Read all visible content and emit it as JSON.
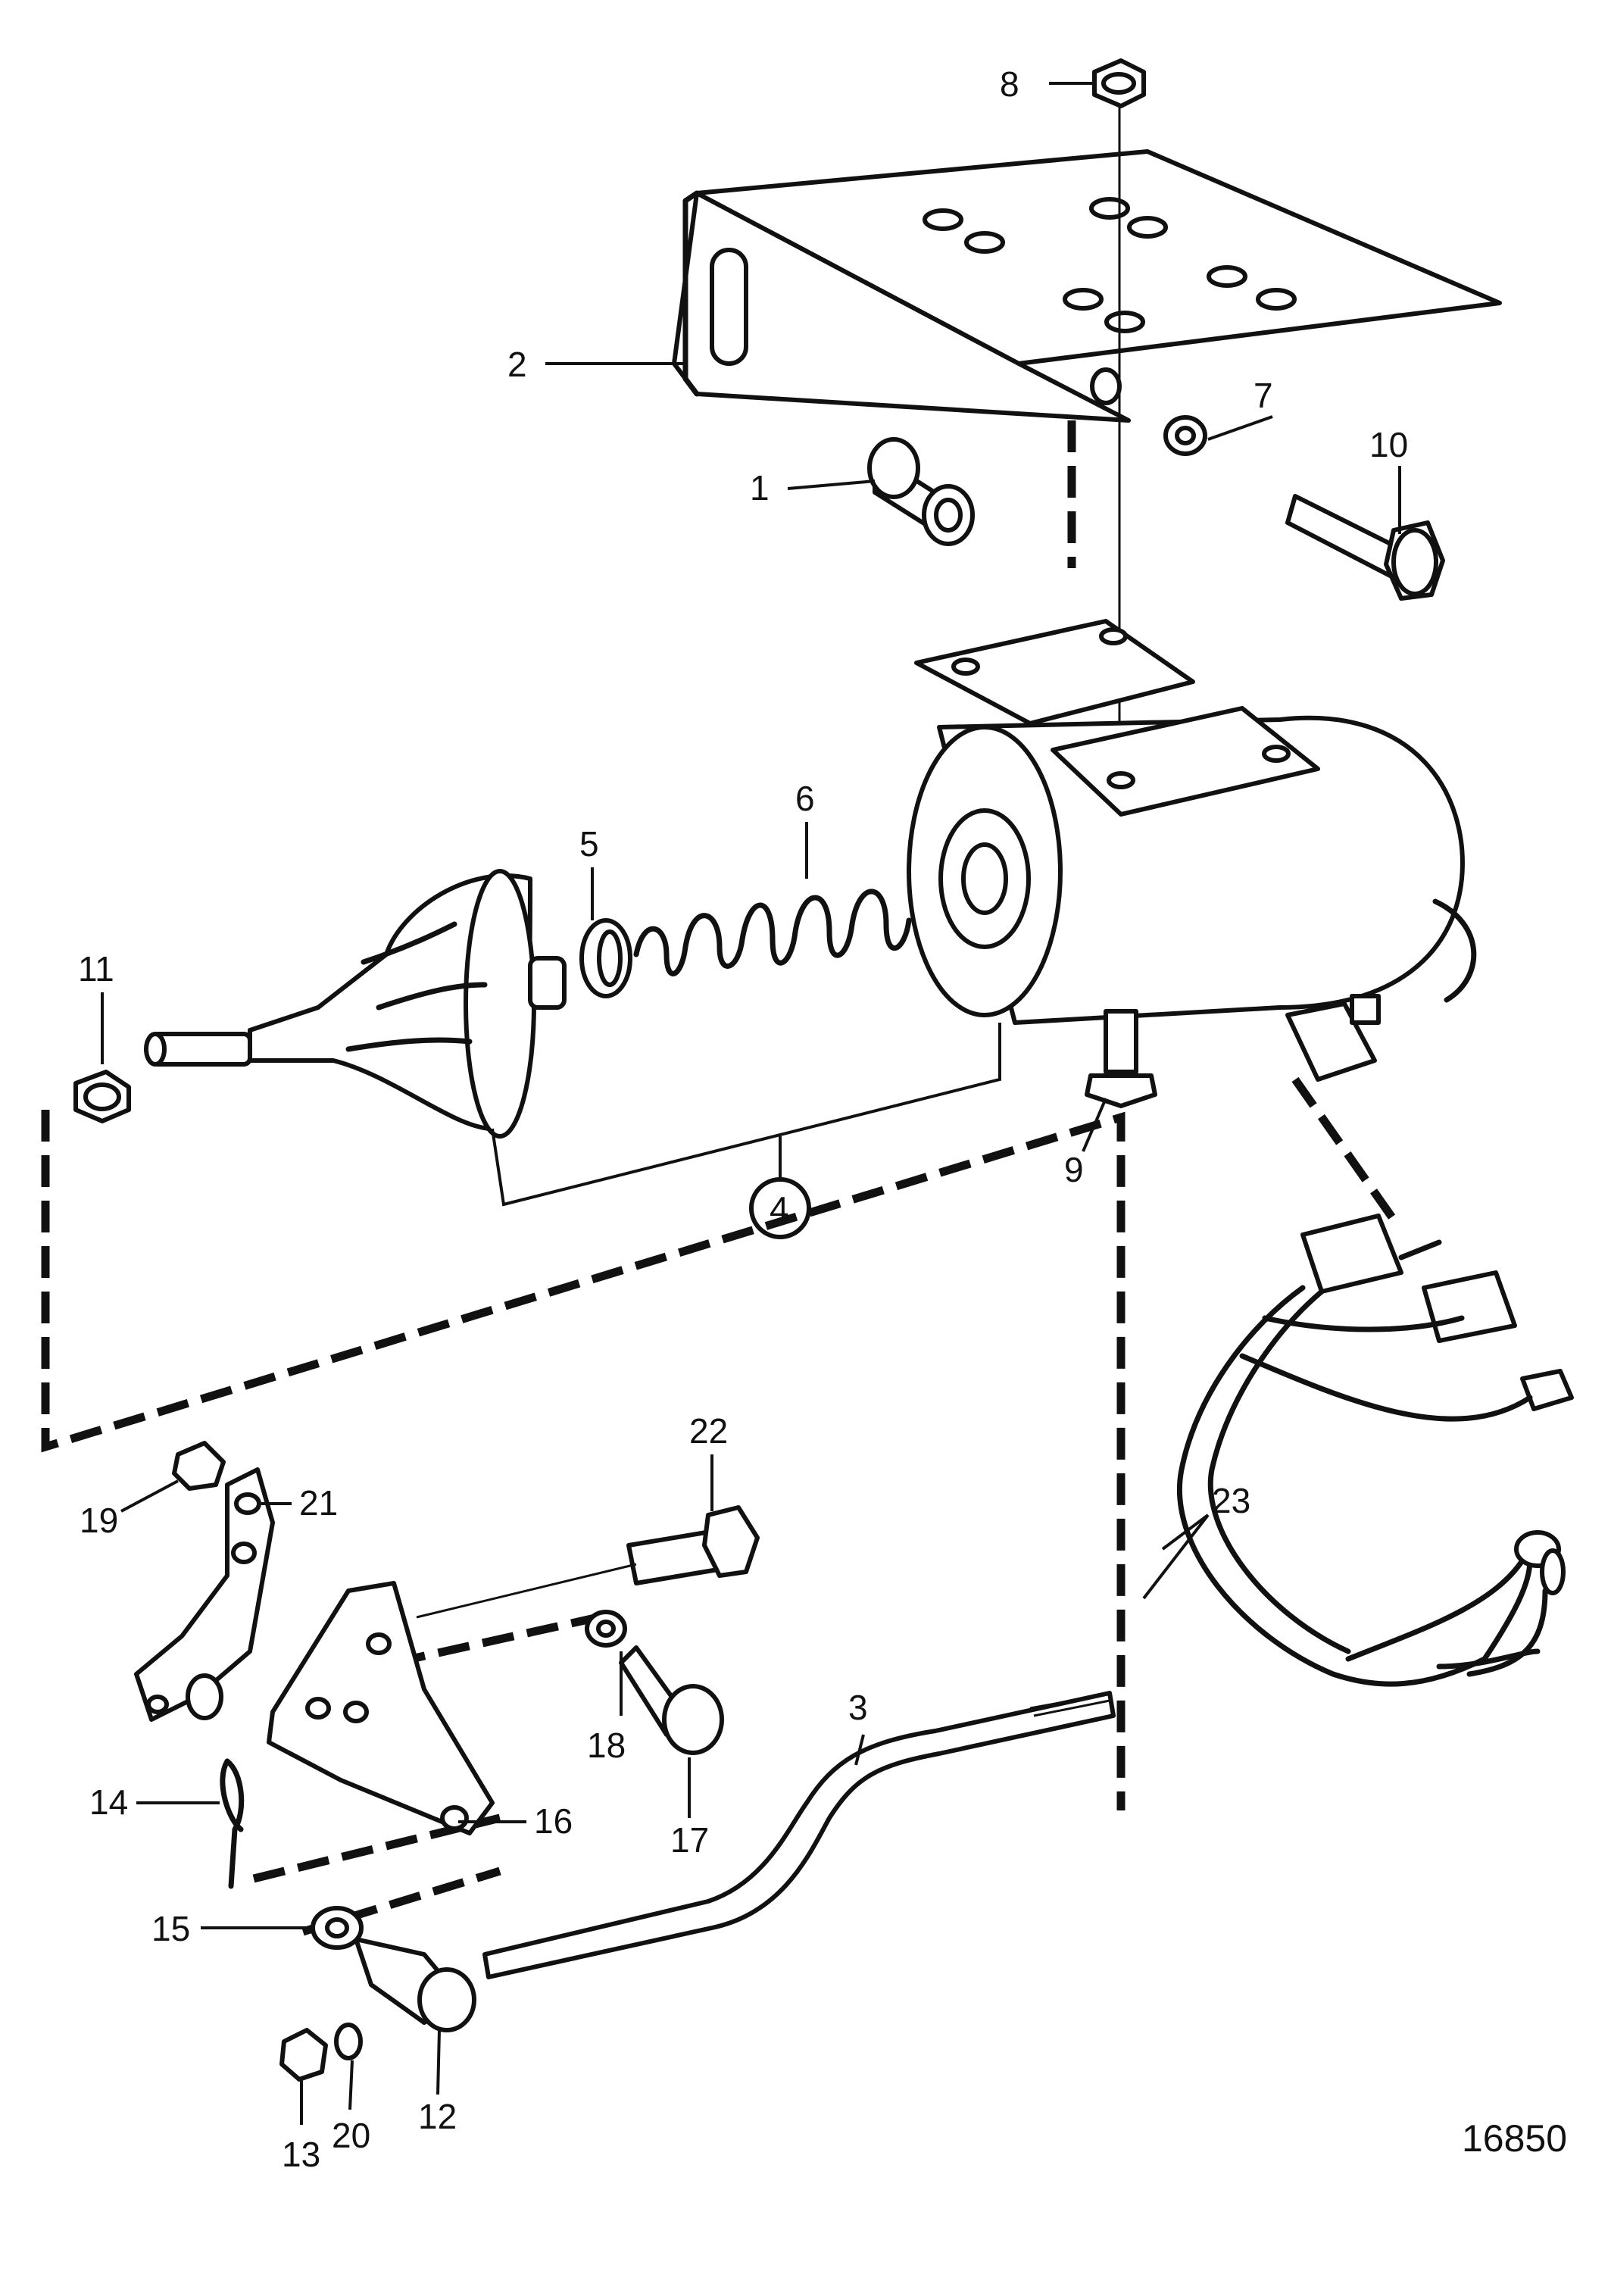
{
  "diagram": {
    "reference_number": "16850",
    "callouts": [
      {
        "id": "1",
        "text": "1"
      },
      {
        "id": "2",
        "text": "2"
      },
      {
        "id": "3",
        "text": "3"
      },
      {
        "id": "4",
        "text": "4"
      },
      {
        "id": "5",
        "text": "5"
      },
      {
        "id": "6",
        "text": "6"
      },
      {
        "id": "7",
        "text": "7"
      },
      {
        "id": "8",
        "text": "8"
      },
      {
        "id": "9",
        "text": "9"
      },
      {
        "id": "10",
        "text": "10"
      },
      {
        "id": "11",
        "text": "11"
      },
      {
        "id": "12",
        "text": "12"
      },
      {
        "id": "13",
        "text": "13"
      },
      {
        "id": "14",
        "text": "14"
      },
      {
        "id": "15",
        "text": "15"
      },
      {
        "id": "16",
        "text": "16"
      },
      {
        "id": "17",
        "text": "17"
      },
      {
        "id": "18",
        "text": "18"
      },
      {
        "id": "19",
        "text": "19"
      },
      {
        "id": "20",
        "text": "20"
      },
      {
        "id": "21",
        "text": "21"
      },
      {
        "id": "22",
        "text": "22"
      },
      {
        "id": "23",
        "text": "23"
      }
    ]
  }
}
